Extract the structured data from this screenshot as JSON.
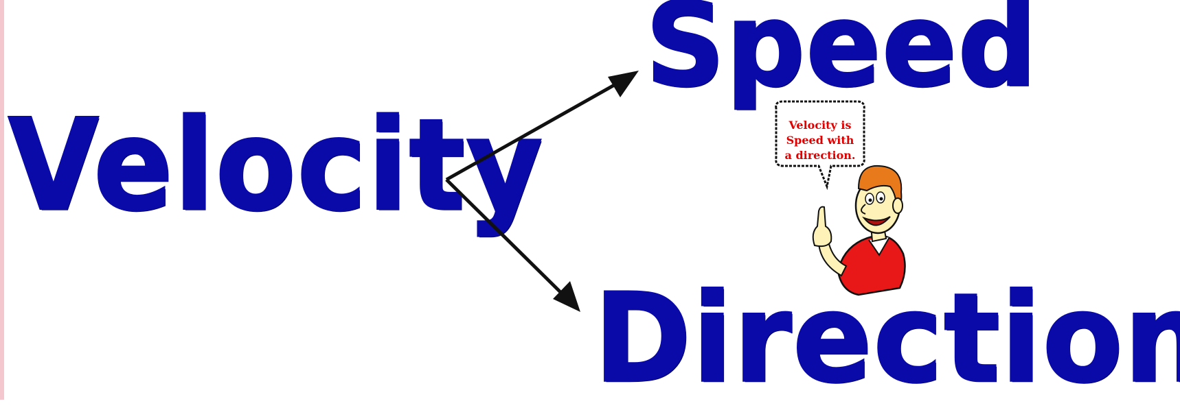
{
  "diagram": {
    "source_term": "Velocity",
    "targets": [
      "Speed",
      "Direction"
    ],
    "colors": {
      "word": "#0a0aa8",
      "arrow": "#000000",
      "bubble_text": "#e00000",
      "shirt": "#e81818",
      "hair": "#e87a1c",
      "skin": "#fff2b8"
    }
  },
  "cartoon": {
    "speech_lines": [
      "Velocity is",
      "Speed with",
      "a direction."
    ],
    "icon": "pointing-man-with-speech-bubble"
  }
}
